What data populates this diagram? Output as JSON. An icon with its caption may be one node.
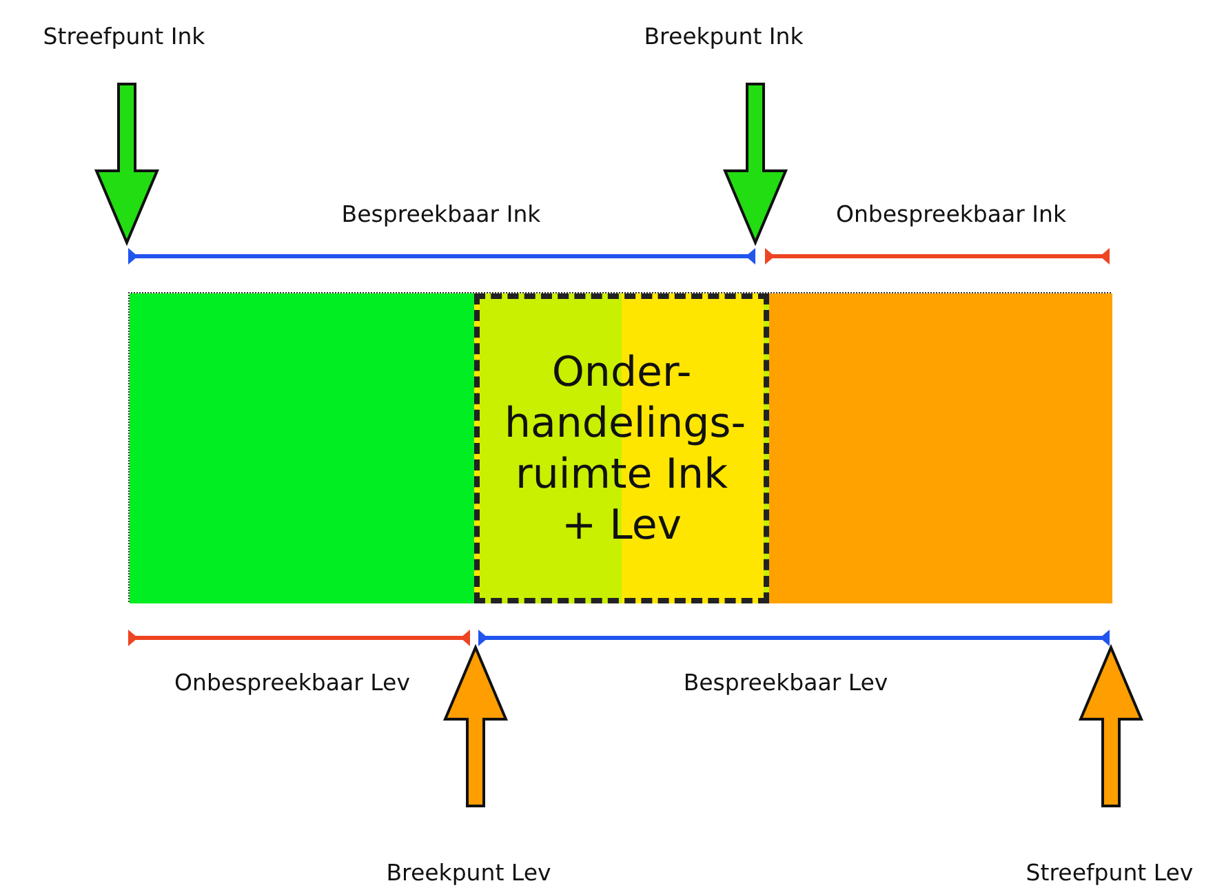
{
  "diagram": {
    "nodes": [
      {
        "text": [],
        "shape": "box"
      },
      {
        "text": [],
        "shape": "box",
        "in": 0
      },
      {
        "text": [
          "Onder- handelings- ruimte Ink + Lev"
        ],
        "in": 0
      },
      {
        "text": [],
        "shape": "box",
        "in": 0
      }
    ],
    "labels": [
      "Streefpunt Ink",
      "Breekpunt Ink",
      "Bespreekbaar Ink",
      "Onbespreekbaar Ink",
      "Onbespreekbaar Lev",
      "Bespreekbaar Lev",
      "Breekpunt Lev",
      "Streefpunt Lev"
    ]
  }
}
